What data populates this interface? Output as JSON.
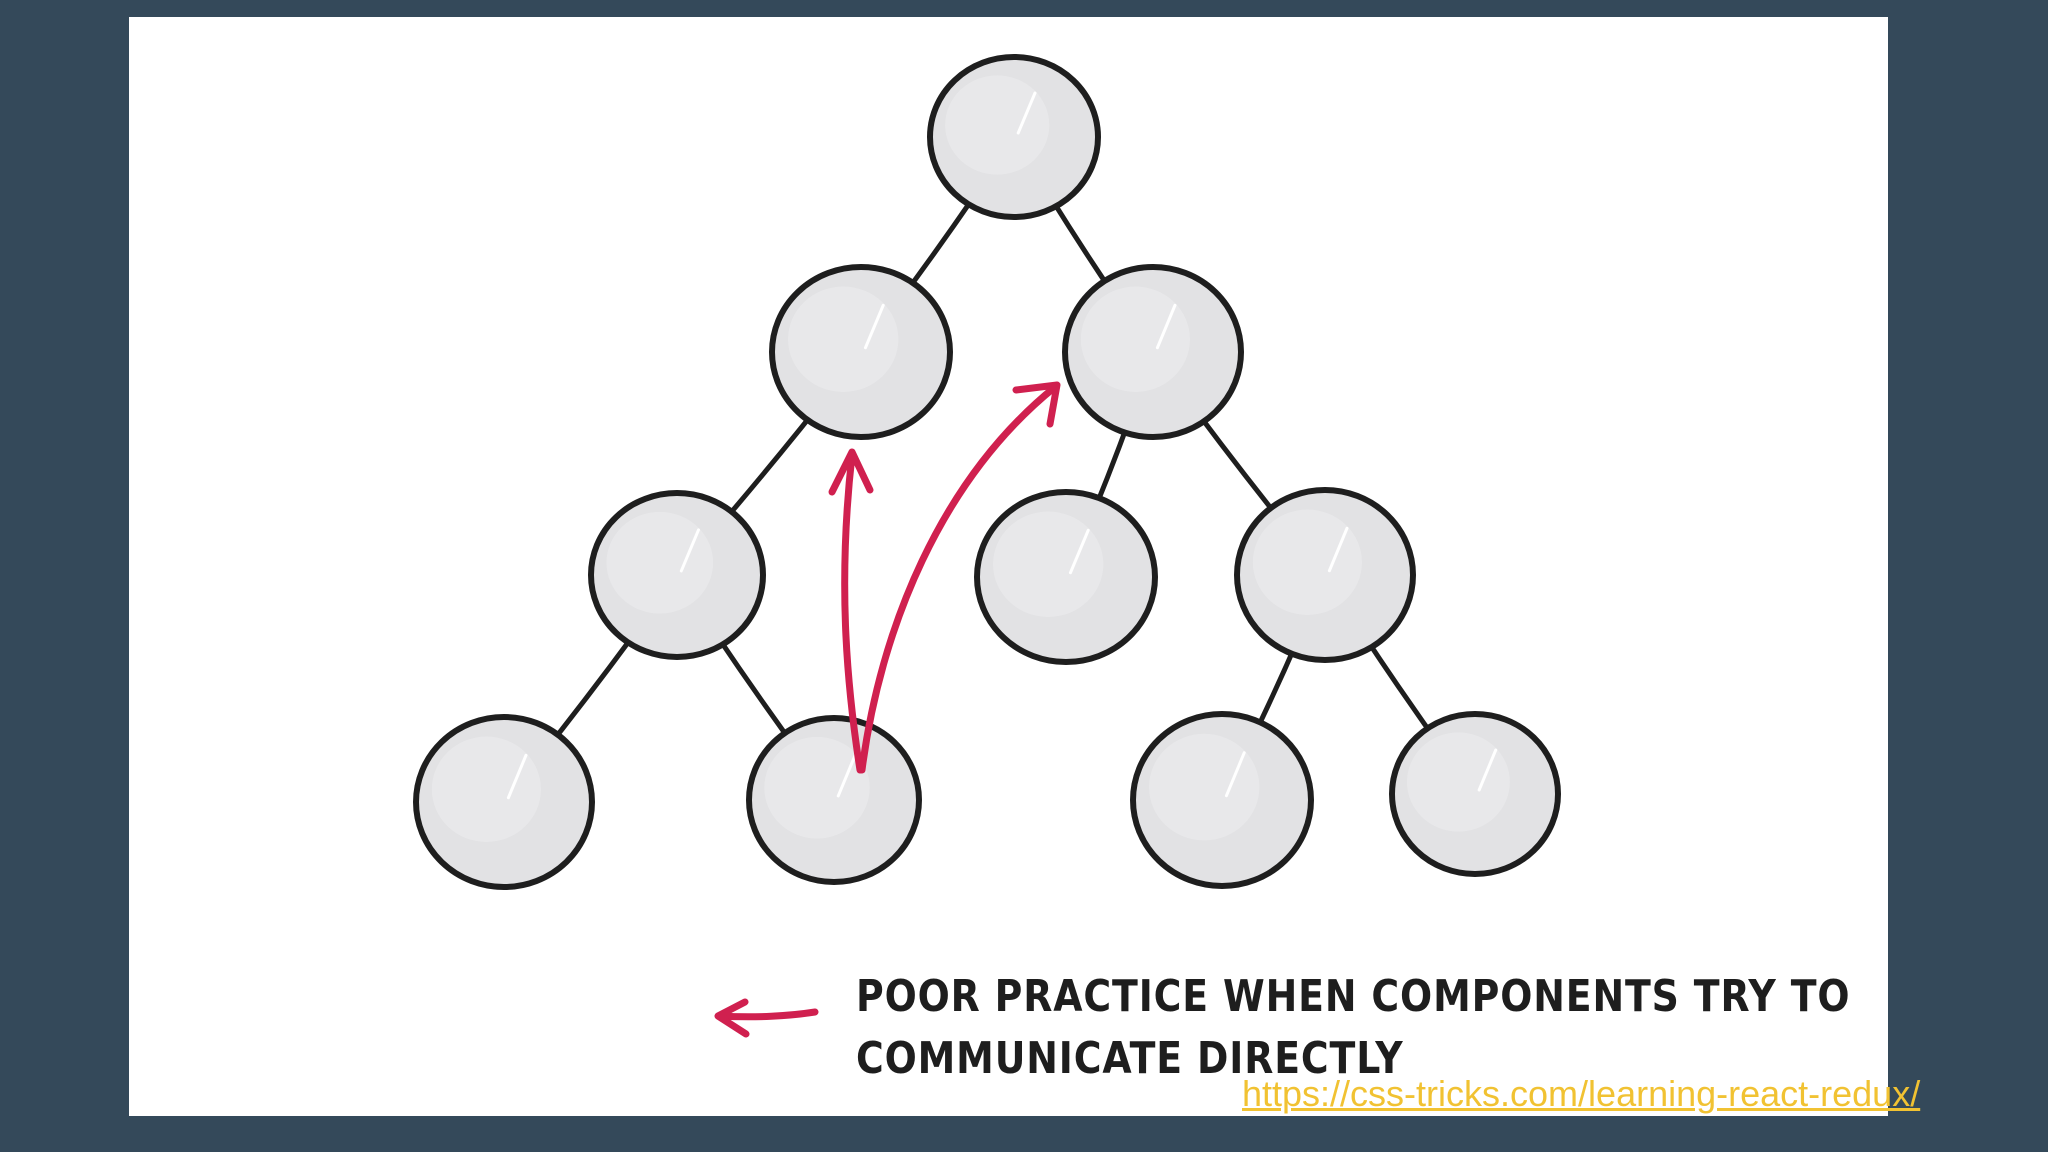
{
  "diagram": {
    "colors": {
      "node_fill": "#e2e2e4",
      "node_stroke": "#1e1e1e",
      "edge_stroke": "#1e1e1e",
      "arrow_stroke": "#d0204f",
      "highlight": "#ffffff"
    },
    "nodes": [
      {
        "id": "n-root"
      },
      {
        "id": "n-left"
      },
      {
        "id": "n-right"
      },
      {
        "id": "n-left-left"
      },
      {
        "id": "n-right-left"
      },
      {
        "id": "n-right-right"
      },
      {
        "id": "n-leaf-1"
      },
      {
        "id": "n-leaf-2"
      },
      {
        "id": "n-leaf-3"
      },
      {
        "id": "n-leaf-4"
      }
    ],
    "edges": [
      [
        "n-root",
        "n-left"
      ],
      [
        "n-root",
        "n-right"
      ],
      [
        "n-left",
        "n-left-left"
      ],
      [
        "n-left-left",
        "n-leaf-1"
      ],
      [
        "n-left-left",
        "n-leaf-2"
      ],
      [
        "n-right",
        "n-right-left"
      ],
      [
        "n-right",
        "n-right-right"
      ],
      [
        "n-right-right",
        "n-leaf-3"
      ],
      [
        "n-right-right",
        "n-leaf-4"
      ]
    ],
    "arrows": [
      {
        "from": "n-leaf-2",
        "to": "n-left"
      },
      {
        "from": "n-leaf-2",
        "to": "n-right"
      }
    ],
    "legend_arrow_icon": "left-arrow-icon"
  },
  "caption": {
    "line1": "POOR PRACTICE WHEN COMPONENTS TRY TO",
    "line2": "COMMUNICATE DIRECTLY"
  },
  "source": {
    "url": "https://css-tricks.com/learning-react-redux/"
  }
}
